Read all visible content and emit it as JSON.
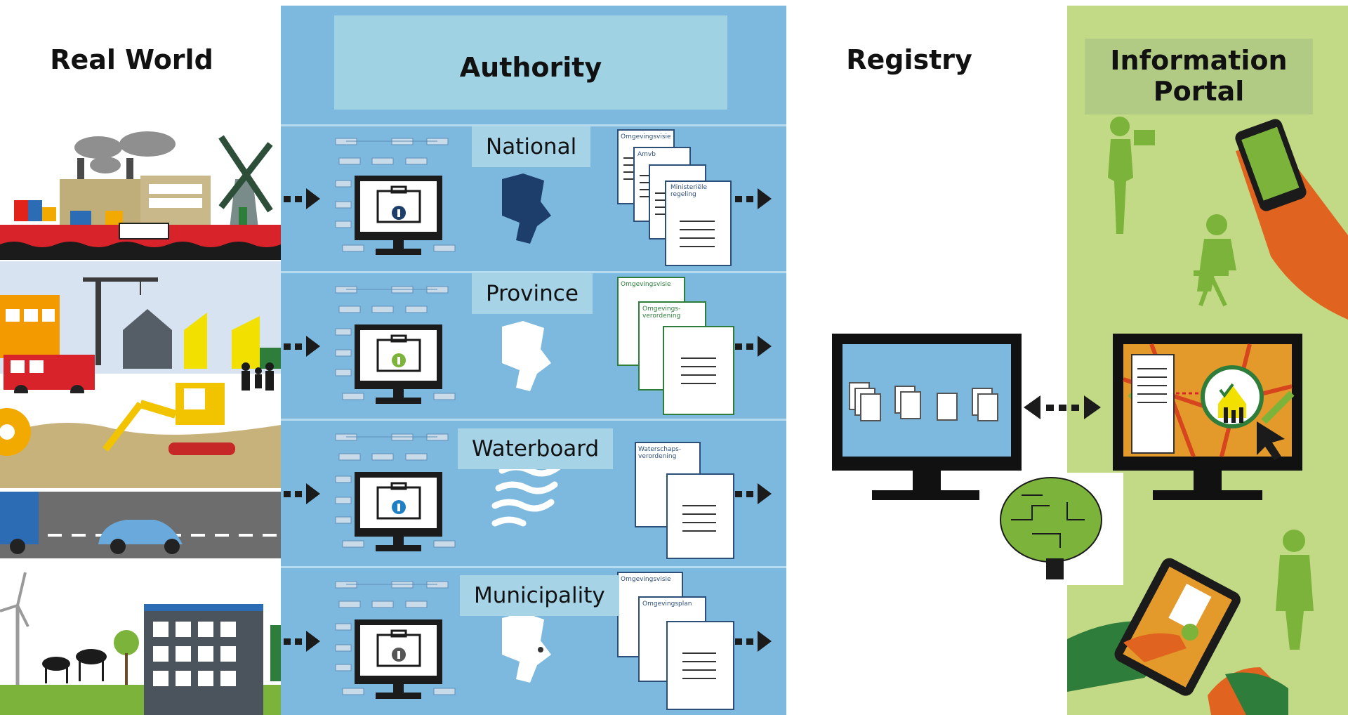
{
  "columns": {
    "real_world": "Real World",
    "authority": "Authority",
    "registry": "Registry",
    "information_portal_line1": "Information",
    "information_portal_line2": "Portal"
  },
  "levels": [
    {
      "label": "National",
      "doc_titles": [
        "Omgevingsvisie",
        "Amvb",
        "Ministeriële regeling"
      ]
    },
    {
      "label": "Province",
      "doc_titles": [
        "Omgevingsvisie",
        "Omgevings-verordening"
      ]
    },
    {
      "label": "Waterboard",
      "doc_titles": [
        "Waterschaps-verordening"
      ]
    },
    {
      "label": "Municipality",
      "doc_titles": [
        "Omgevingsvisie",
        "Omgevingsplan"
      ]
    }
  ],
  "colors": {
    "authority_bg": "#7db9df",
    "portal_bg": "#c2d985",
    "national_icon": "#1d3e6b",
    "province_icon": "#7cb33a",
    "waterboard_icon": "#1f7fc4",
    "municipality_icon": "#555555",
    "person_green": "#7cb33a",
    "hand_orange": "#e0641f"
  },
  "icons": [
    "factory-icon",
    "windmill-icon",
    "crane-icon",
    "excavator-icon",
    "fire-truck-icon",
    "truck-icon",
    "car-icon",
    "wind-turbine-icon",
    "deer-icon",
    "building-icon",
    "monitor-info-icon",
    "netherlands-map-icon",
    "document-stack-icon",
    "dotted-arrow-icon",
    "brain-chip-icon",
    "smartphone-icon",
    "tablet-icon",
    "person-silhouette-icon"
  ]
}
